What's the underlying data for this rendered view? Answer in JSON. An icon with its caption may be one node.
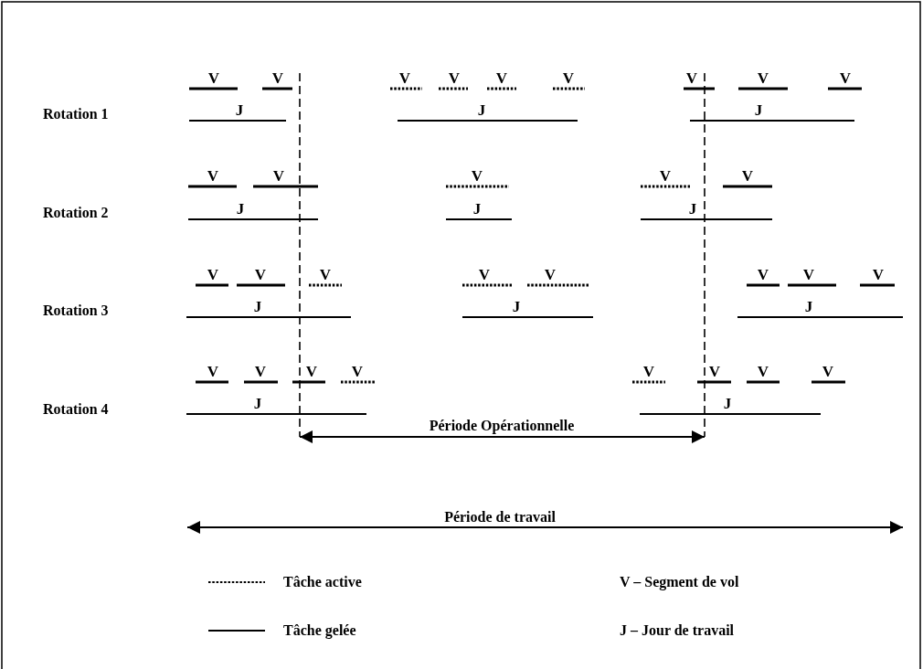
{
  "diagram": {
    "labels": [
      "V",
      "V",
      "V",
      "V",
      "V",
      "V",
      "V",
      "V",
      "V",
      "Rotation 1",
      "J",
      "J",
      "J",
      "V",
      "V",
      "V",
      "V",
      "V",
      "Rotation 2",
      "J",
      "J",
      "J",
      "V",
      "V",
      "V",
      "V",
      "V",
      "V",
      "V",
      "V",
      "Rotation 3",
      "J",
      "J",
      "J",
      "V",
      "V",
      "V",
      "V",
      "V",
      "V",
      "V",
      "V",
      "Rotation 4",
      "J",
      "J",
      "Période Opérationnelle",
      "Période de travail",
      "V – Segment de vol",
      "J – Jour de travail"
    ],
    "legend": [
      {
        "text": "Tâche active"
      },
      {
        "text": "Tâche gelée"
      }
    ]
  }
}
